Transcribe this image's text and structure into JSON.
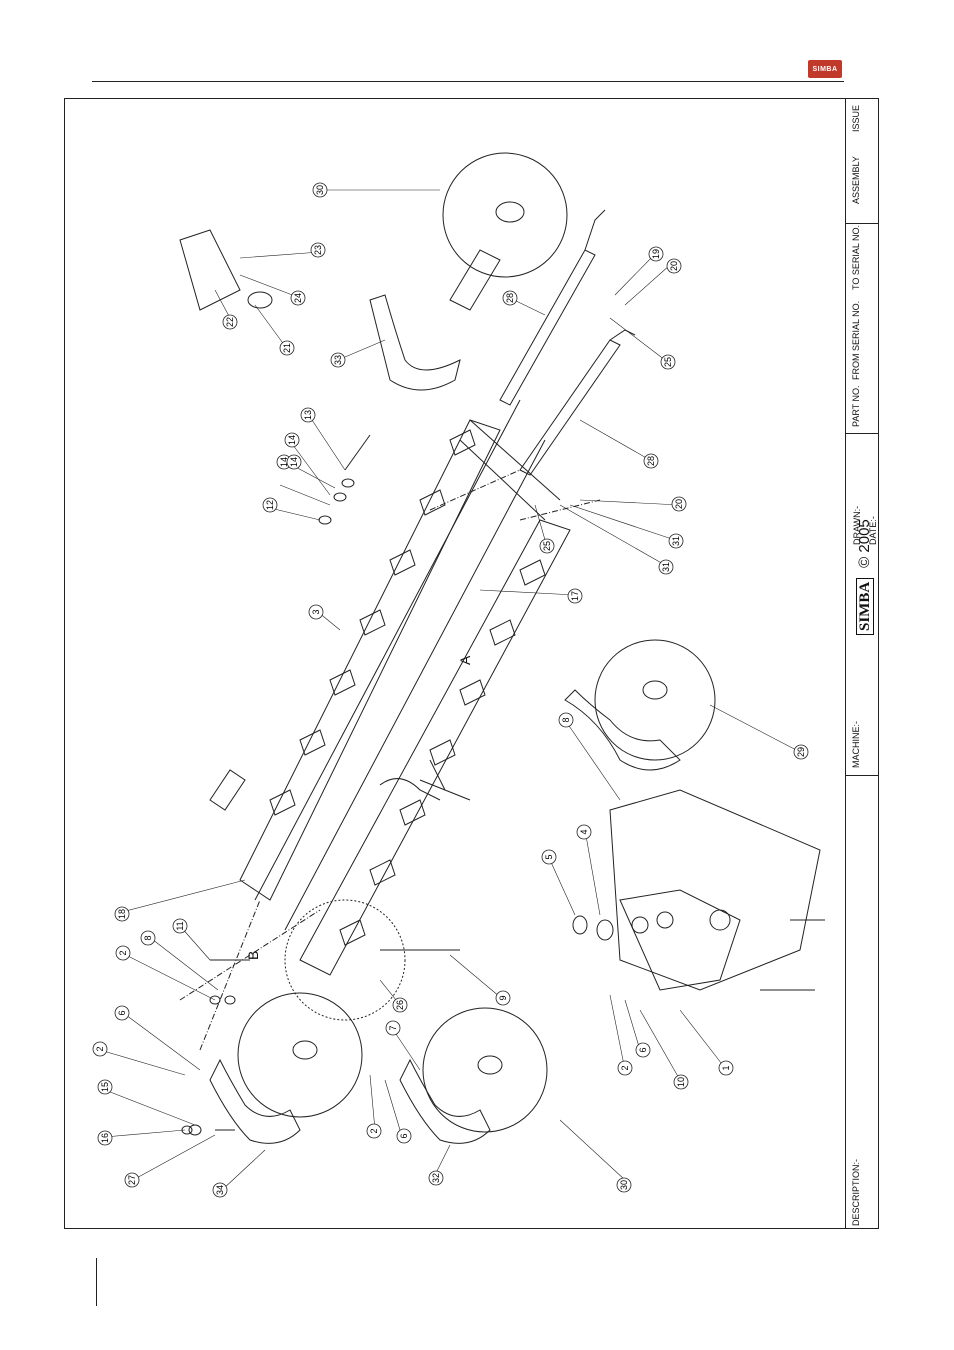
{
  "header": {
    "logo_text": "SIMBA"
  },
  "title_block": {
    "issue": "ISSUE",
    "assembly": "ASSEMBLY",
    "to_serial": "TO SERIAL NO.",
    "from_serial": "FROM SERIAL NO.",
    "part_no": "PART NO.",
    "drawn": "DRAWN:-",
    "date": "DATE:-",
    "brand": "SIMBA",
    "copyright": "© 2005",
    "machine": "MACHINE:-",
    "description": "DESCRIPTION:-"
  },
  "diagram": {
    "section_a": "A",
    "section_b": "B",
    "callouts": [
      "30",
      "23",
      "24",
      "22",
      "21",
      "33",
      "19",
      "20",
      "28",
      "25",
      "13",
      "14",
      "14",
      "14",
      "12",
      "3",
      "28",
      "20",
      "31",
      "25",
      "31",
      "17",
      "8",
      "29",
      "4",
      "5",
      "18",
      "11",
      "8",
      "2",
      "6",
      "2",
      "15",
      "16",
      "27",
      "34",
      "32",
      "7",
      "2",
      "6",
      "26",
      "9",
      "30",
      "2",
      "6",
      "10",
      "1"
    ]
  }
}
